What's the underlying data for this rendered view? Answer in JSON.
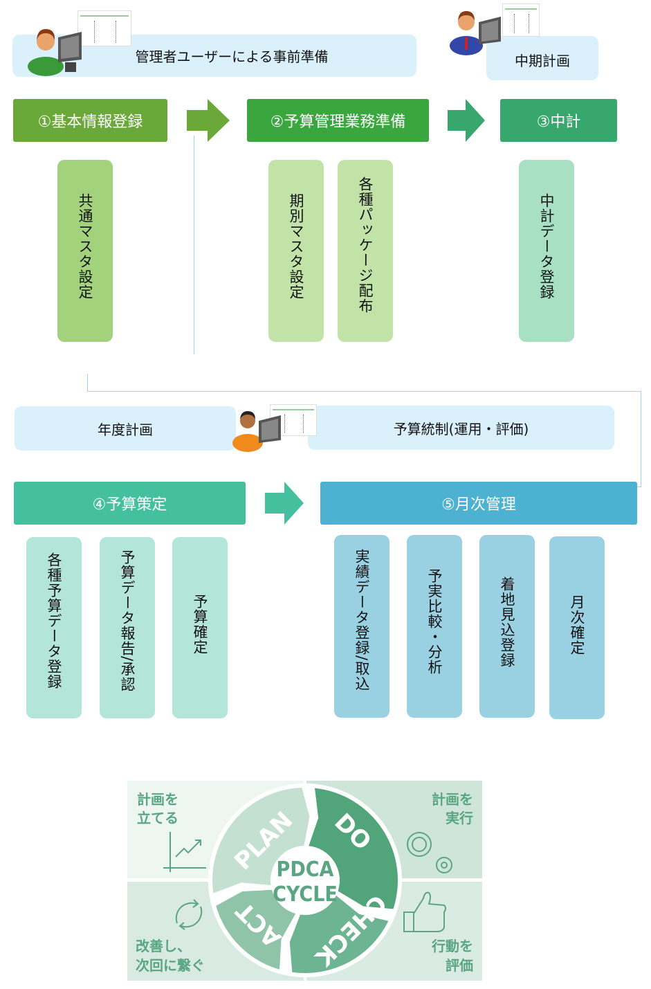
{
  "top": {
    "admin_banner": "管理者ユーザーによる事前準備",
    "midterm_banner": "中期計画"
  },
  "steps_top": [
    {
      "label": "①基本情報登録",
      "color": "#6aa83a"
    },
    {
      "label": "②予算管理業務準備",
      "color": "#3aa63e"
    },
    {
      "label": "③中計",
      "color": "#37a76e"
    }
  ],
  "cards_top": [
    {
      "label": "共通マスタ設定",
      "color": "#a2d27c"
    },
    {
      "label": "期別マスタ設定",
      "color": "#c1e3a8"
    },
    {
      "label": "各種パッケージ配布",
      "color": "#c1e3a8"
    },
    {
      "label": "中計データ登録",
      "color": "#a7e0c3"
    }
  ],
  "middle": {
    "annual_banner": "年度計画",
    "control_banner": "予算統制(運用・評価)"
  },
  "steps_bottom": [
    {
      "label": "④予算策定",
      "color": "#45c09e"
    },
    {
      "label": "⑤月次管理",
      "color": "#4db2d2"
    }
  ],
  "cards_bottom": [
    {
      "label": "各種予算データ登録",
      "color": "#b3e5d8"
    },
    {
      "label": "予算データ報告/承認",
      "color": "#b3e5d8"
    },
    {
      "label": "予算確定",
      "color": "#b3e5d8"
    },
    {
      "label": "実績データ登録/取込",
      "color": "#99d1e3"
    },
    {
      "label": "予実比較・分析",
      "color": "#99d1e3"
    },
    {
      "label": "着地見込登録",
      "color": "#99d1e3"
    },
    {
      "label": "月次確定",
      "color": "#99d1e3"
    }
  ],
  "pdca": {
    "center_line1": "PDCA",
    "center_line2": "CYCLE",
    "plan": "PLAN",
    "do": "DO",
    "check": "CHECK",
    "act": "ACT",
    "tl_line1": "計画を",
    "tl_line2": "立てる",
    "tr_line1": "計画を",
    "tr_line2": "実行",
    "bl_line1": "改善し、",
    "bl_line2": "次回に繋ぐ",
    "br_line1": "行動を",
    "br_line2": "評価",
    "colors": {
      "plan": "#c3e0d1",
      "do": "#52a47a",
      "check": "#6db493",
      "act": "#8fc4a9",
      "text": "#5aa683"
    }
  }
}
